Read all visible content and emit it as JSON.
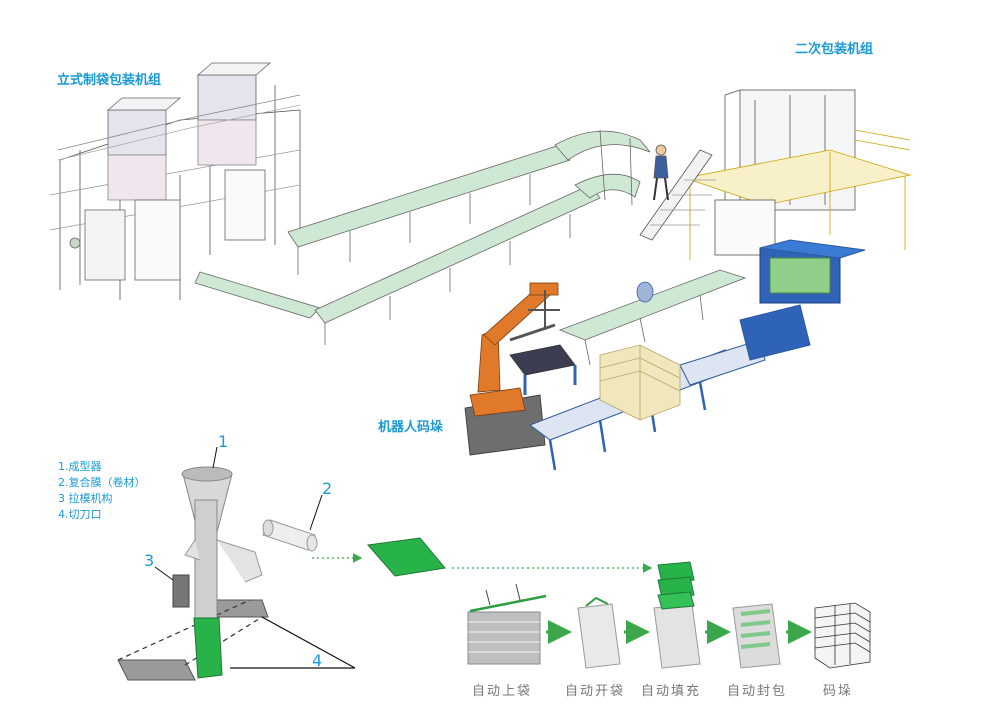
{
  "titles": {
    "vertical_unit": "立式制袋包装机组",
    "secondary_unit": "二次包装机组",
    "robot_palletizer": "机器人码垛"
  },
  "legend": [
    "1.成型器",
    "2.复合膜（卷材）",
    "3 拉模机构",
    "4.切刀口"
  ],
  "callouts": [
    "1",
    "2",
    "3",
    "4"
  ],
  "steps": [
    "自动上袋",
    "自动开袋",
    "自动填充",
    "自动封包",
    "码垛"
  ],
  "colors": {
    "label_blue": "#1a9ad6",
    "conveyor_green": "#cfe8d3",
    "bag_green": "#28b24a",
    "arrow_green": "#3aa84a",
    "robot_orange": "#e07a2a",
    "pallet_blue": "#2f63b8",
    "bag_cream": "#f1e7bd"
  }
}
